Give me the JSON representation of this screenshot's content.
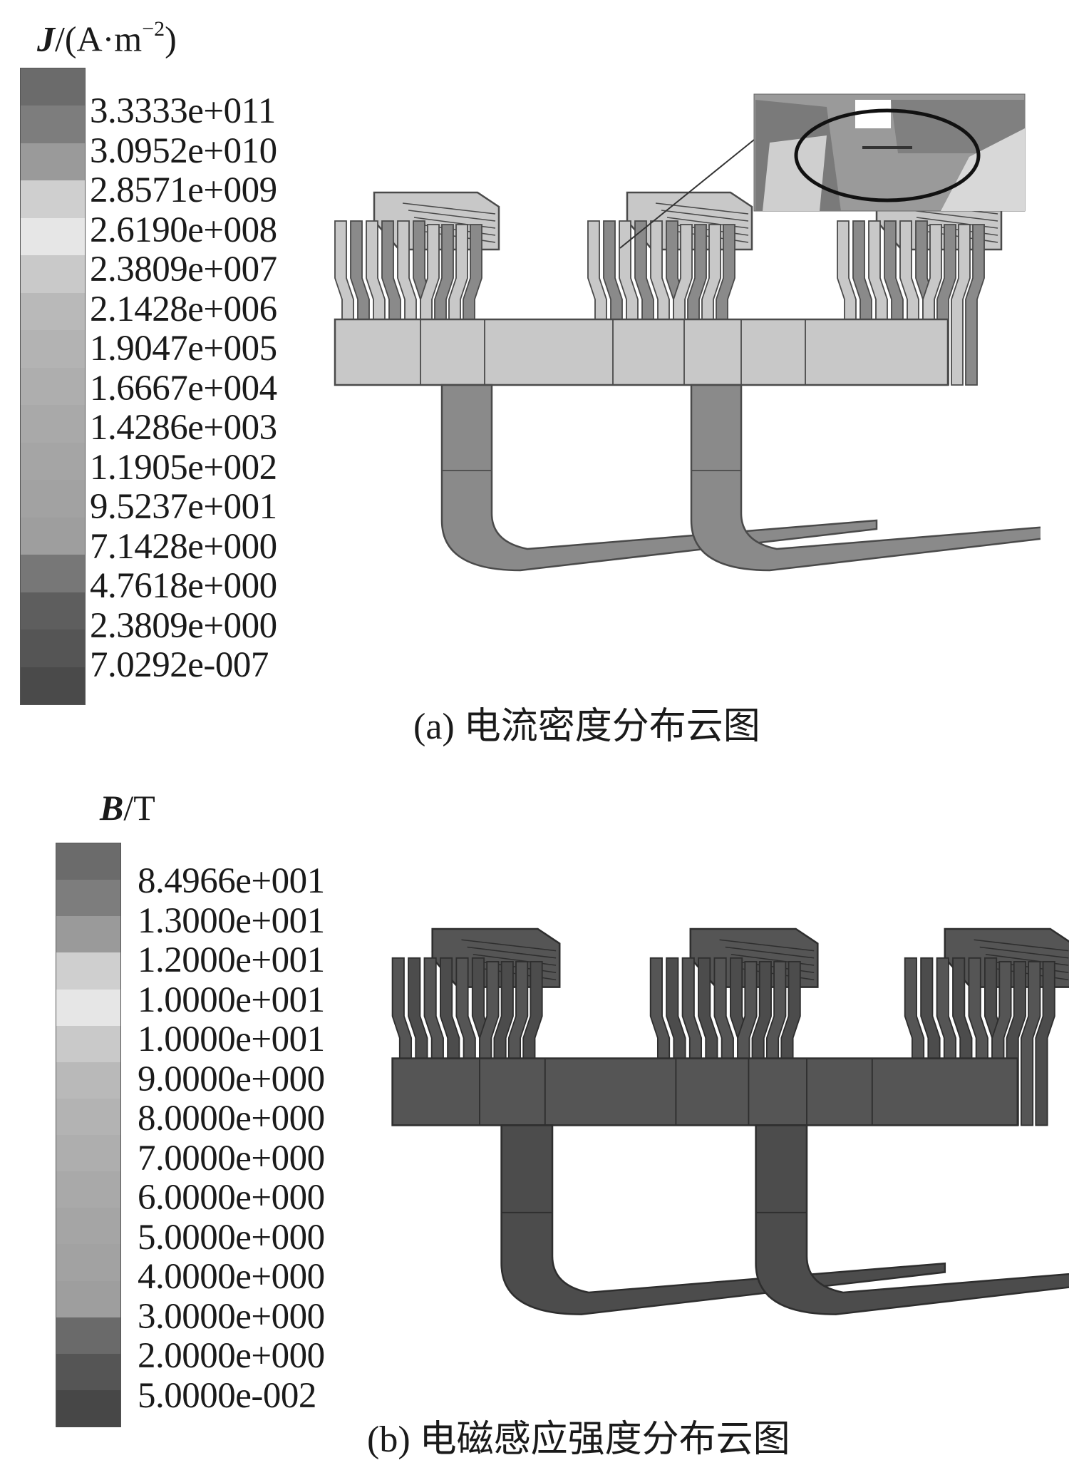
{
  "panel_a": {
    "legend_title_var": "J",
    "legend_title_unit": "/(A·m",
    "legend_title_exp": "−2",
    "legend_title_close": ")",
    "legend_values": [
      "3.3333e+011",
      "3.0952e+010",
      "2.8571e+009",
      "2.6190e+008",
      "2.3809e+007",
      "2.1428e+006",
      "1.9047e+005",
      "1.6667e+004",
      "1.4286e+003",
      "1.1905e+002",
      "9.5237e+001",
      "7.1428e+000",
      "4.7618e+000",
      "2.3809e+000",
      "7.0292e-007"
    ],
    "band_colors": [
      "#6b6b6b",
      "#7d7d7d",
      "#9a9a9a",
      "#cfcfcf",
      "#e6e6e6",
      "#c9c9c9",
      "#b9b9b9",
      "#b3b3b3",
      "#aeaeae",
      "#a9a9a9",
      "#a5a5a5",
      "#a2a2a2",
      "#9e9e9e",
      "#777777",
      "#5e5e5e",
      "#555555",
      "#4a4a4a"
    ],
    "caption": "(a)  电流密度分布云图",
    "model_fill": "#c8c8c8",
    "model_stroke": "#4a4a4a"
  },
  "panel_b": {
    "legend_title_var": "B",
    "legend_title_unit": "/T",
    "legend_values": [
      "8.4966e+001",
      "1.3000e+001",
      "1.2000e+001",
      "1.0000e+001",
      "1.0000e+001",
      "9.0000e+000",
      "8.0000e+000",
      "7.0000e+000",
      "6.0000e+000",
      "5.0000e+000",
      "4.0000e+000",
      "3.0000e+000",
      "2.0000e+000",
      "5.0000e-002"
    ],
    "band_colors": [
      "#6b6b6b",
      "#7d7d7d",
      "#9a9a9a",
      "#cfcfcf",
      "#e6e6e6",
      "#c9c9c9",
      "#b9b9b9",
      "#b3b3b3",
      "#aeaeae",
      "#a9a9a9",
      "#a5a5a5",
      "#a2a2a2",
      "#9e9e9e",
      "#6a6a6a",
      "#555555",
      "#474747"
    ],
    "caption": "(b)  电磁感应强度分布云图",
    "model_fill": "#555555",
    "model_stroke": "#2e2e2e"
  }
}
